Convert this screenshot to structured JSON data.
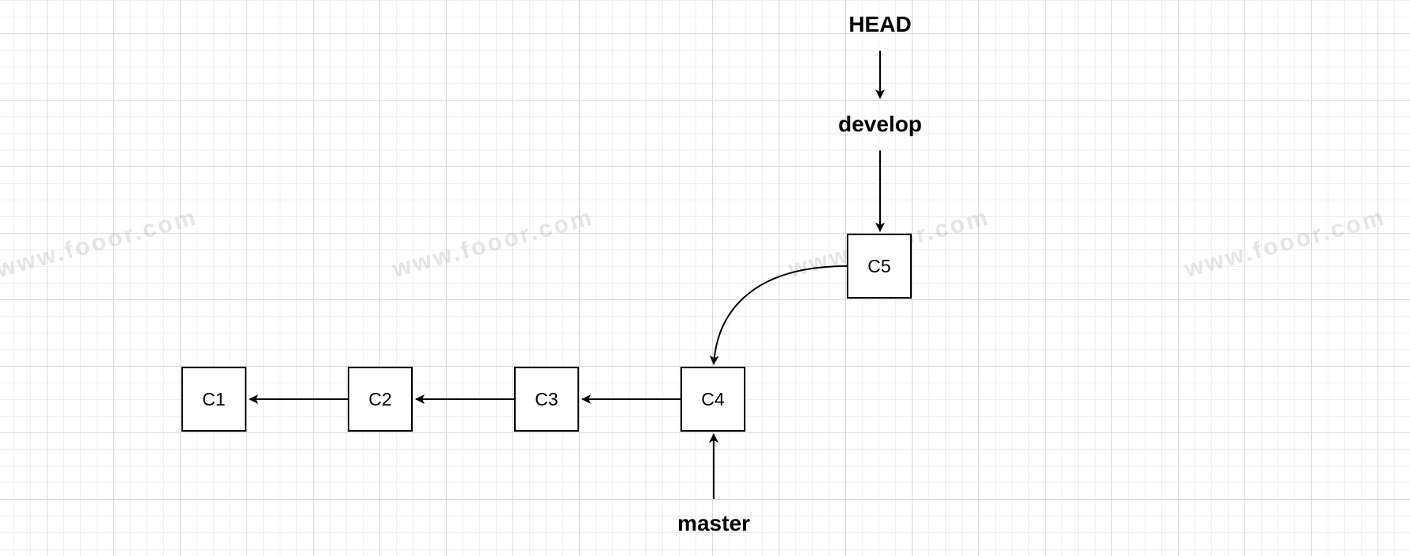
{
  "diagram": {
    "watermark_text": "www.fooor.com",
    "nodes": {
      "c1": "C1",
      "c2": "C2",
      "c3": "C3",
      "c4": "C4",
      "c5": "C5"
    },
    "refs": {
      "head": "HEAD",
      "develop": "develop",
      "master": "master"
    },
    "edges": [
      {
        "from": "C2",
        "to": "C1"
      },
      {
        "from": "C3",
        "to": "C2"
      },
      {
        "from": "C4",
        "to": "C3"
      },
      {
        "from": "C5",
        "to": "C4"
      },
      {
        "from": "HEAD",
        "to": "develop"
      },
      {
        "from": "develop",
        "to": "C5"
      },
      {
        "from": "master",
        "to": "C4"
      }
    ],
    "colors": {
      "stroke": "#000000",
      "grid": "#d9d9d9",
      "background": "#ffffff"
    }
  }
}
